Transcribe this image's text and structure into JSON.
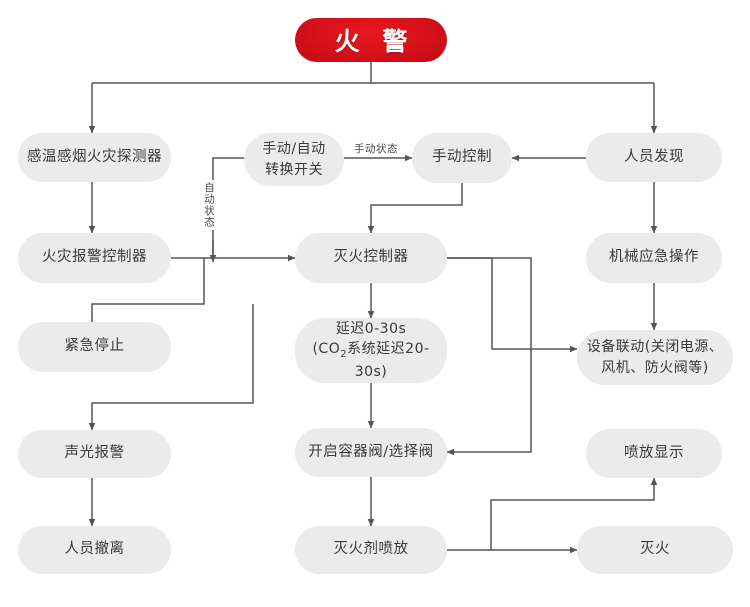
{
  "diagram": {
    "title": "火警",
    "nodes": {
      "alarm": "火 警",
      "detector": "感温感烟火灾探测器",
      "switch": "手动/自动\n转换开关",
      "manual_control": "手动控制",
      "person_found": "人员发现",
      "fire_alarm_controller": "火灾报警控制器",
      "extinguish_controller": "灭火控制器",
      "mechanical_emergency": "机械应急操作",
      "emergency_stop": "紧急停止",
      "delay_line1": "延迟0-30s",
      "delay_line2_pre": "(CO",
      "delay_line2_sub": "2",
      "delay_line2_post": "系统延迟20-30s)",
      "equipment_linkage": "设备联动(关闭电源、\n风机、防火阀等)",
      "sound_light_alarm": "声光报警",
      "open_valve": "开启容器阀/选择阀",
      "spray_display": "喷放显示",
      "personnel_evacuation": "人员撤离",
      "agent_release": "灭火剂喷放",
      "fire_extinguished": "灭火"
    },
    "edge_labels": {
      "manual_state": "手动状态",
      "auto_state": "自动状态"
    },
    "colors": {
      "alarm_red": "#d9111a",
      "node_fill": "#ebebeb",
      "node_text": "#3a3a3a",
      "wire": "#555555",
      "background": "#ffffff"
    }
  }
}
